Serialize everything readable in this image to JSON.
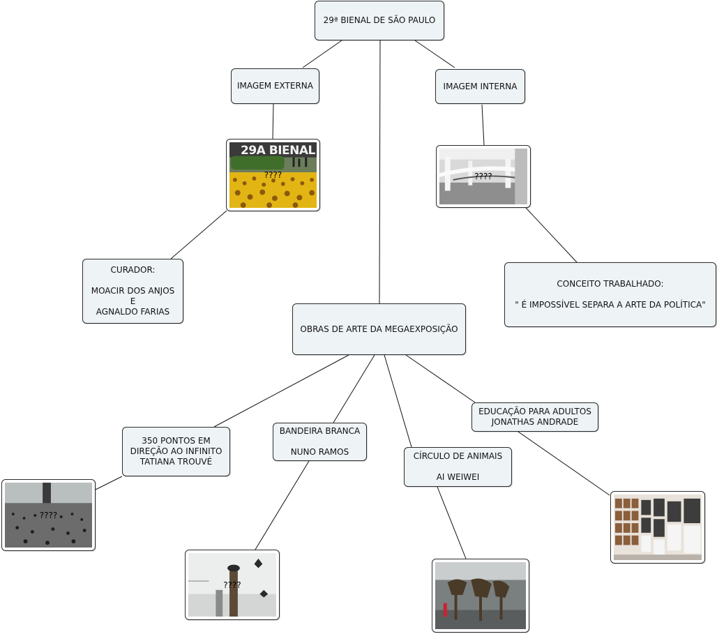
{
  "nodes": {
    "root": [
      "29ª BIENAL DE SÃO PAULO"
    ],
    "external": [
      "IMAGEM EXTERNA"
    ],
    "internal": [
      "IMAGEM INTERNA"
    ],
    "curator": [
      "CURADOR:",
      "",
      "MOACIR DOS ANJOS",
      "E",
      "AGNALDO FARIAS"
    ],
    "concept": [
      "CONCEITO TRABALHADO:",
      "",
      "\" É IMPOSSÍVEL SEPARA A ARTE DA POLÍTICA\""
    ],
    "works": [
      "OBRAS DE ARTE DA MEGAEXPOSIÇÃO"
    ],
    "pontos": [
      "350 PONTOS EM",
      "DIREÇÃO AO INFINITO",
      "TATIANA TROUVÉ"
    ],
    "bandeira": [
      "BANDEIRA BRANCA",
      "",
      "NUNO RAMOS"
    ],
    "circulo": [
      "CÍRCULO DE ANIMAIS",
      "",
      "AI WEIWEI"
    ],
    "educacao": [
      "EDUCAÇÃO PARA ADULTOS",
      "JONATHAS ANDRADE"
    ]
  },
  "images": {
    "external_img": {
      "banner_text": "29A BIENAL",
      "label": "????"
    },
    "internal_img": {
      "label": "????"
    },
    "pontos_img": {
      "label": "????"
    },
    "bandeira_img": {
      "label": "????"
    },
    "circulo_img": {
      "label": "????"
    },
    "educacao_img": {
      "label": ""
    }
  }
}
